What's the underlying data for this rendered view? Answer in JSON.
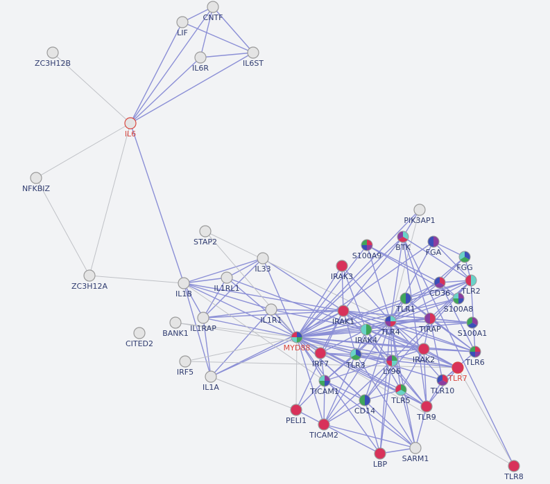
{
  "colors": {
    "background": "#f2f3f5",
    "edge_strong": "#8b8fd6",
    "edge_weak": "#bfc1c6",
    "node_plain": "#e4e4e4",
    "node_stroke": "#9a9a9a",
    "node_red": "#d8325a",
    "node_purple": "#8a3ea0",
    "node_blue": "#3b4fb8",
    "node_green": "#3fa65a",
    "node_teal": "#6ad2c8",
    "label": "#2e3a6e",
    "label_query": "#d9473f"
  },
  "nodes": [
    {
      "id": "CNTF",
      "label": "CNTF",
      "style": "plain",
      "query": false
    },
    {
      "id": "LIF",
      "label": "LIF",
      "style": "plain",
      "query": false
    },
    {
      "id": "IL6R",
      "label": "IL6R",
      "style": "plain",
      "query": false
    },
    {
      "id": "IL6ST",
      "label": "IL6ST",
      "style": "plain",
      "query": false
    },
    {
      "id": "ZC3H12B",
      "label": "ZC3H12B",
      "style": "plain",
      "query": false
    },
    {
      "id": "IL6",
      "label": "IL6",
      "style": "plain",
      "query": true
    },
    {
      "id": "NFKBIZ",
      "label": "NFKBIZ",
      "style": "plain",
      "query": false
    },
    {
      "id": "ZC3H12A",
      "label": "ZC3H12A",
      "style": "plain",
      "query": false
    },
    {
      "id": "STAP2",
      "label": "STAP2",
      "style": "plain",
      "query": false
    },
    {
      "id": "IL33",
      "label": "IL33",
      "style": "plain",
      "query": false
    },
    {
      "id": "IL1RL1",
      "label": "IL1RL1",
      "style": "plain",
      "query": false
    },
    {
      "id": "IL1B",
      "label": "IL1B",
      "style": "plain",
      "query": false
    },
    {
      "id": "IL1R1",
      "label": "IL1R1",
      "style": "plain",
      "query": false
    },
    {
      "id": "BANK1",
      "label": "BANK1",
      "style": "plain",
      "query": false
    },
    {
      "id": "IL1RAP",
      "label": "IL1RAP",
      "style": "plain",
      "query": false
    },
    {
      "id": "CITED2",
      "label": "CITED2",
      "style": "plain",
      "query": false
    },
    {
      "id": "IRF5",
      "label": "IRF5",
      "style": "plain",
      "query": false
    },
    {
      "id": "IL1A",
      "label": "IL1A",
      "style": "plain",
      "query": false
    },
    {
      "id": "PIK3AP1",
      "label": "PIK3AP1",
      "style": "plain",
      "query": false
    },
    {
      "id": "BTK",
      "label": "BTK",
      "style": "pie",
      "query": false
    },
    {
      "id": "S100A9",
      "label": "S100A9",
      "style": "pie",
      "query": false
    },
    {
      "id": "FGA",
      "label": "FGA",
      "style": "pie",
      "query": false
    },
    {
      "id": "FGG",
      "label": "FGG",
      "style": "pie",
      "query": false
    },
    {
      "id": "IRAK3",
      "label": "IRAK3",
      "style": "red",
      "query": false
    },
    {
      "id": "TLR2",
      "label": "TLR2",
      "style": "pie",
      "query": false
    },
    {
      "id": "CD36",
      "label": "CD36",
      "style": "pie",
      "query": false
    },
    {
      "id": "S100A8",
      "label": "S100A8",
      "style": "pie",
      "query": false
    },
    {
      "id": "TLR1",
      "label": "TLR1",
      "style": "pie",
      "query": false
    },
    {
      "id": "IRAK1",
      "label": "IRAK1",
      "style": "red",
      "query": false
    },
    {
      "id": "TLR4",
      "label": "TLR4",
      "style": "pie",
      "query": false
    },
    {
      "id": "TIRAP",
      "label": "TIRAP",
      "style": "pie",
      "query": false
    },
    {
      "id": "S100A1",
      "label": "S100A1",
      "style": "pie",
      "query": false
    },
    {
      "id": "MYD88",
      "label": "MYD88",
      "style": "pie",
      "query": true
    },
    {
      "id": "IRAK4",
      "label": "IRAK4",
      "style": "pie",
      "query": false
    },
    {
      "id": "IRAK2",
      "label": "IRAK2",
      "style": "red",
      "query": false
    },
    {
      "id": "TLR6",
      "label": "TLR6",
      "style": "pie",
      "query": false
    },
    {
      "id": "IRF7",
      "label": "IRF7",
      "style": "red",
      "query": false
    },
    {
      "id": "TLR3",
      "label": "TLR3",
      "style": "pie",
      "query": false
    },
    {
      "id": "LY96",
      "label": "LY96",
      "style": "pie",
      "query": false
    },
    {
      "id": "TLR7",
      "label": "TLR7",
      "style": "red",
      "query": true
    },
    {
      "id": "TLR10",
      "label": "TLR10",
      "style": "pie",
      "query": false
    },
    {
      "id": "TICAM1",
      "label": "TICAM1",
      "style": "pie",
      "query": false
    },
    {
      "id": "CD14",
      "label": "CD14",
      "style": "pie",
      "query": false
    },
    {
      "id": "TLR5",
      "label": "TLR5",
      "style": "pie",
      "query": false
    },
    {
      "id": "TLR9",
      "label": "TLR9",
      "style": "red",
      "query": false
    },
    {
      "id": "PELI1",
      "label": "PELI1",
      "style": "red",
      "query": false
    },
    {
      "id": "TICAM2",
      "label": "TICAM2",
      "style": "red",
      "query": false
    },
    {
      "id": "SARM1",
      "label": "SARM1",
      "style": "plain",
      "query": false
    },
    {
      "id": "LBP",
      "label": "LBP",
      "style": "red",
      "query": false
    },
    {
      "id": "TLR8",
      "label": "TLR8",
      "style": "red",
      "query": false
    }
  ],
  "edges": [
    [
      "CNTF",
      "LIF",
      "strong"
    ],
    [
      "CNTF",
      "IL6R",
      "strong"
    ],
    [
      "CNTF",
      "IL6ST",
      "strong"
    ],
    [
      "CNTF",
      "IL6",
      "strong"
    ],
    [
      "LIF",
      "IL6ST",
      "strong"
    ],
    [
      "LIF",
      "IL6",
      "strong"
    ],
    [
      "IL6R",
      "IL6ST",
      "strong"
    ],
    [
      "IL6R",
      "IL6",
      "strong"
    ],
    [
      "IL6ST",
      "IL6",
      "strong"
    ],
    [
      "IL6",
      "IL1B",
      "strong"
    ],
    [
      "ZC3H12B",
      "IL6",
      "weak"
    ],
    [
      "IL6",
      "NFKBIZ",
      "weak"
    ],
    [
      "IL6",
      "ZC3H12A",
      "weak"
    ],
    [
      "NFKBIZ",
      "ZC3H12A",
      "weak"
    ],
    [
      "ZC3H12A",
      "IL1B",
      "weak"
    ],
    [
      "IL1B",
      "IL1RL1",
      "strong"
    ],
    [
      "IL1B",
      "IL1R1",
      "strong"
    ],
    [
      "IL1B",
      "IL1RAP",
      "strong"
    ],
    [
      "IL1B",
      "IL1A",
      "strong"
    ],
    [
      "IL1B",
      "IL33",
      "strong"
    ],
    [
      "IL1B",
      "MYD88",
      "strong"
    ],
    [
      "IL1B",
      "IRAK1",
      "strong"
    ],
    [
      "IL33",
      "IL1RL1",
      "strong"
    ],
    [
      "IL33",
      "IL1RAP",
      "strong"
    ],
    [
      "IL33",
      "MYD88",
      "strong"
    ],
    [
      "IL33",
      "IRAK1",
      "strong"
    ],
    [
      "IL1RL1",
      "IL1RAP",
      "strong"
    ],
    [
      "IL1RL1",
      "MYD88",
      "strong"
    ],
    [
      "IL1RL1",
      "IRAK4",
      "strong"
    ],
    [
      "IL1R1",
      "IL1RAP",
      "strong"
    ],
    [
      "IL1R1",
      "IL1A",
      "strong"
    ],
    [
      "IL1R1",
      "MYD88",
      "strong"
    ],
    [
      "IL1R1",
      "IRAK1",
      "strong"
    ],
    [
      "IL1R1",
      "IRAK4",
      "strong"
    ],
    [
      "IL1RAP",
      "IL1A",
      "strong"
    ],
    [
      "IL1RAP",
      "MYD88",
      "strong"
    ],
    [
      "IL1RAP",
      "IRAK1",
      "strong"
    ],
    [
      "IL1A",
      "MYD88",
      "strong"
    ],
    [
      "IL1A",
      "IRAK1",
      "strong"
    ],
    [
      "STAP2",
      "TLR4",
      "weak"
    ],
    [
      "STAP2",
      "MYD88",
      "weak"
    ],
    [
      "BANK1",
      "MYD88",
      "weak"
    ],
    [
      "BANK1",
      "TLR7",
      "weak"
    ],
    [
      "IRF5",
      "MYD88",
      "weak"
    ],
    [
      "IRF5",
      "TLR7",
      "weak"
    ],
    [
      "IL1B",
      "TICAM1",
      "weak"
    ],
    [
      "IL1A",
      "PELI1",
      "weak"
    ],
    [
      "MYD88",
      "PELI1",
      "weak"
    ],
    [
      "TLR7",
      "TLR8",
      "weak"
    ],
    [
      "MYD88",
      "TLR8",
      "weak"
    ],
    [
      "PIK3AP1",
      "TLR4",
      "weak"
    ],
    [
      "PIK3AP1",
      "BTK",
      "strong"
    ],
    [
      "PIK3AP1",
      "MYD88",
      "strong"
    ],
    [
      "BTK",
      "MYD88",
      "strong"
    ],
    [
      "BTK",
      "TLR4",
      "strong"
    ],
    [
      "BTK",
      "TLR2",
      "strong"
    ],
    [
      "BTK",
      "IRAK1",
      "strong"
    ],
    [
      "BTK",
      "TIRAP",
      "strong"
    ],
    [
      "BTK",
      "TLR9",
      "strong"
    ],
    [
      "BTK",
      "TLR8",
      "strong"
    ],
    [
      "S100A9",
      "S100A8",
      "strong"
    ],
    [
      "S100A9",
      "TLR4",
      "strong"
    ],
    [
      "S100A9",
      "MYD88",
      "strong"
    ],
    [
      "S100A9",
      "CD36",
      "strong"
    ],
    [
      "FGA",
      "FGG",
      "strong"
    ],
    [
      "FGA",
      "TLR4",
      "strong"
    ],
    [
      "FGA",
      "TLR2",
      "strong"
    ],
    [
      "FGA",
      "MYD88",
      "strong"
    ],
    [
      "FGG",
      "TLR4",
      "strong"
    ],
    [
      "FGG",
      "TLR2",
      "strong"
    ],
    [
      "FGG",
      "CD36",
      "strong"
    ],
    [
      "IRAK3",
      "IRAK1",
      "strong"
    ],
    [
      "IRAK3",
      "MYD88",
      "strong"
    ],
    [
      "IRAK3",
      "IRAK4",
      "strong"
    ],
    [
      "IRAK3",
      "TLR4",
      "strong"
    ],
    [
      "TLR2",
      "TLR1",
      "strong"
    ],
    [
      "TLR2",
      "TLR6",
      "strong"
    ],
    [
      "TLR2",
      "MYD88",
      "strong"
    ],
    [
      "TLR2",
      "TIRAP",
      "strong"
    ],
    [
      "TLR2",
      "CD36",
      "strong"
    ],
    [
      "TLR2",
      "CD14",
      "strong"
    ],
    [
      "TLR2",
      "TLR4",
      "strong"
    ],
    [
      "TLR2",
      "LY96",
      "strong"
    ],
    [
      "CD36",
      "TLR4",
      "strong"
    ],
    [
      "CD36",
      "TLR6",
      "strong"
    ],
    [
      "CD36",
      "TLR1",
      "strong"
    ],
    [
      "CD36",
      "S100A8",
      "strong"
    ],
    [
      "S100A8",
      "TLR4",
      "strong"
    ],
    [
      "S100A8",
      "MYD88",
      "strong"
    ],
    [
      "S100A1",
      "TLR4",
      "strong"
    ],
    [
      "S100A1",
      "MYD88",
      "strong"
    ],
    [
      "TLR1",
      "MYD88",
      "strong"
    ],
    [
      "TLR1",
      "TLR6",
      "strong"
    ],
    [
      "TLR1",
      "TIRAP",
      "strong"
    ],
    [
      "TLR1",
      "TLR4",
      "strong"
    ],
    [
      "IRAK1",
      "MYD88",
      "strong"
    ],
    [
      "IRAK1",
      "IRAK4",
      "strong"
    ],
    [
      "IRAK1",
      "IRAK2",
      "strong"
    ],
    [
      "IRAK1",
      "TLR4",
      "strong"
    ],
    [
      "IRAK1",
      "TIRAP",
      "strong"
    ],
    [
      "IRAK1",
      "TLR7",
      "strong"
    ],
    [
      "IRAK1",
      "TLR9",
      "strong"
    ],
    [
      "IRAK1",
      "IRF7",
      "strong"
    ],
    [
      "IRAK1",
      "PELI1",
      "strong"
    ],
    [
      "IRAK1",
      "TLR3",
      "strong"
    ],
    [
      "IRAK1",
      "S100A1",
      "strong"
    ],
    [
      "IRAK1",
      "TLR6",
      "strong"
    ],
    [
      "TLR4",
      "MYD88",
      "strong"
    ],
    [
      "TLR4",
      "LY96",
      "strong"
    ],
    [
      "TLR4",
      "CD14",
      "strong"
    ],
    [
      "TLR4",
      "TIRAP",
      "strong"
    ],
    [
      "TLR4",
      "TICAM1",
      "strong"
    ],
    [
      "TLR4",
      "TICAM2",
      "strong"
    ],
    [
      "TLR4",
      "LBP",
      "strong"
    ],
    [
      "TLR4",
      "IRAK4",
      "strong"
    ],
    [
      "TLR4",
      "IRAK2",
      "strong"
    ],
    [
      "TLR4",
      "TLR6",
      "strong"
    ],
    [
      "TLR4",
      "TLR5",
      "strong"
    ],
    [
      "TLR4",
      "TLR10",
      "strong"
    ],
    [
      "TLR4",
      "TLR3",
      "strong"
    ],
    [
      "TLR4",
      "SARM1",
      "strong"
    ],
    [
      "TLR4",
      "S100A1",
      "strong"
    ],
    [
      "TIRAP",
      "MYD88",
      "strong"
    ],
    [
      "TIRAP",
      "TLR6",
      "strong"
    ],
    [
      "TIRAP",
      "IRAK4",
      "strong"
    ],
    [
      "TIRAP",
      "IRAK2",
      "strong"
    ],
    [
      "TIRAP",
      "S100A1",
      "strong"
    ],
    [
      "TIRAP",
      "TLR10",
      "strong"
    ],
    [
      "MYD88",
      "IRAK4",
      "strong"
    ],
    [
      "MYD88",
      "IRAK2",
      "strong"
    ],
    [
      "MYD88",
      "IRF7",
      "strong"
    ],
    [
      "MYD88",
      "TLR7",
      "strong"
    ],
    [
      "MYD88",
      "TLR9",
      "strong"
    ],
    [
      "MYD88",
      "TLR5",
      "strong"
    ],
    [
      "MYD88",
      "TLR3",
      "strong"
    ],
    [
      "MYD88",
      "TLR6",
      "strong"
    ],
    [
      "MYD88",
      "TLR10",
      "strong"
    ],
    [
      "MYD88",
      "LY96",
      "strong"
    ],
    [
      "MYD88",
      "CD14",
      "strong"
    ],
    [
      "MYD88",
      "TICAM1",
      "strong"
    ],
    [
      "MYD88",
      "TICAM2",
      "strong"
    ],
    [
      "MYD88",
      "SARM1",
      "strong"
    ],
    [
      "MYD88",
      "LBP",
      "strong"
    ],
    [
      "IRAK4",
      "IRAK2",
      "strong"
    ],
    [
      "IRAK4",
      "TLR7",
      "strong"
    ],
    [
      "IRAK4",
      "TLR9",
      "strong"
    ],
    [
      "IRAK4",
      "IRF7",
      "strong"
    ],
    [
      "IRAK4",
      "TLR5",
      "strong"
    ],
    [
      "IRAK4",
      "TLR3",
      "strong"
    ],
    [
      "IRAK2",
      "TLR7",
      "strong"
    ],
    [
      "IRAK2",
      "TLR9",
      "strong"
    ],
    [
      "IRAK2",
      "TLR6",
      "strong"
    ],
    [
      "IRAK2",
      "TLR3",
      "strong"
    ],
    [
      "IRAK2",
      "TICAM1",
      "strong"
    ],
    [
      "IRAK2",
      "TLR5",
      "strong"
    ],
    [
      "IRF7",
      "TLR7",
      "strong"
    ],
    [
      "IRF7",
      "TLR9",
      "strong"
    ],
    [
      "IRF7",
      "TLR3",
      "strong"
    ],
    [
      "IRF7",
      "TICAM1",
      "strong"
    ],
    [
      "TLR3",
      "TICAM1",
      "strong"
    ],
    [
      "TLR3",
      "LY96",
      "strong"
    ],
    [
      "TLR3",
      "TICAM2",
      "strong"
    ],
    [
      "TLR3",
      "SARM1",
      "strong"
    ],
    [
      "LY96",
      "CD14",
      "strong"
    ],
    [
      "LY96",
      "LBP",
      "strong"
    ],
    [
      "LY96",
      "TICAM2",
      "strong"
    ],
    [
      "TLR7",
      "TLR9",
      "strong"
    ],
    [
      "TLR7",
      "TLR10",
      "strong"
    ],
    [
      "TLR6",
      "TLR10",
      "strong"
    ],
    [
      "TICAM1",
      "TICAM2",
      "strong"
    ],
    [
      "TICAM1",
      "CD14",
      "strong"
    ],
    [
      "TICAM1",
      "SARM1",
      "strong"
    ],
    [
      "TICAM1",
      "PELI1",
      "strong"
    ],
    [
      "CD14",
      "LBP",
      "strong"
    ],
    [
      "CD14",
      "TLR5",
      "strong"
    ],
    [
      "CD14",
      "TICAM2",
      "strong"
    ],
    [
      "TLR5",
      "TLR9",
      "strong"
    ],
    [
      "TLR5",
      "SARM1",
      "strong"
    ],
    [
      "TICAM2",
      "SARM1",
      "strong"
    ],
    [
      "TICAM2",
      "LBP",
      "strong"
    ],
    [
      "PELI1",
      "TICAM2",
      "strong"
    ],
    [
      "SARM1",
      "LBP",
      "strong"
    ],
    [
      "TLR9",
      "TLR10",
      "strong"
    ],
    [
      "TLR9",
      "SARM1",
      "strong"
    ]
  ]
}
